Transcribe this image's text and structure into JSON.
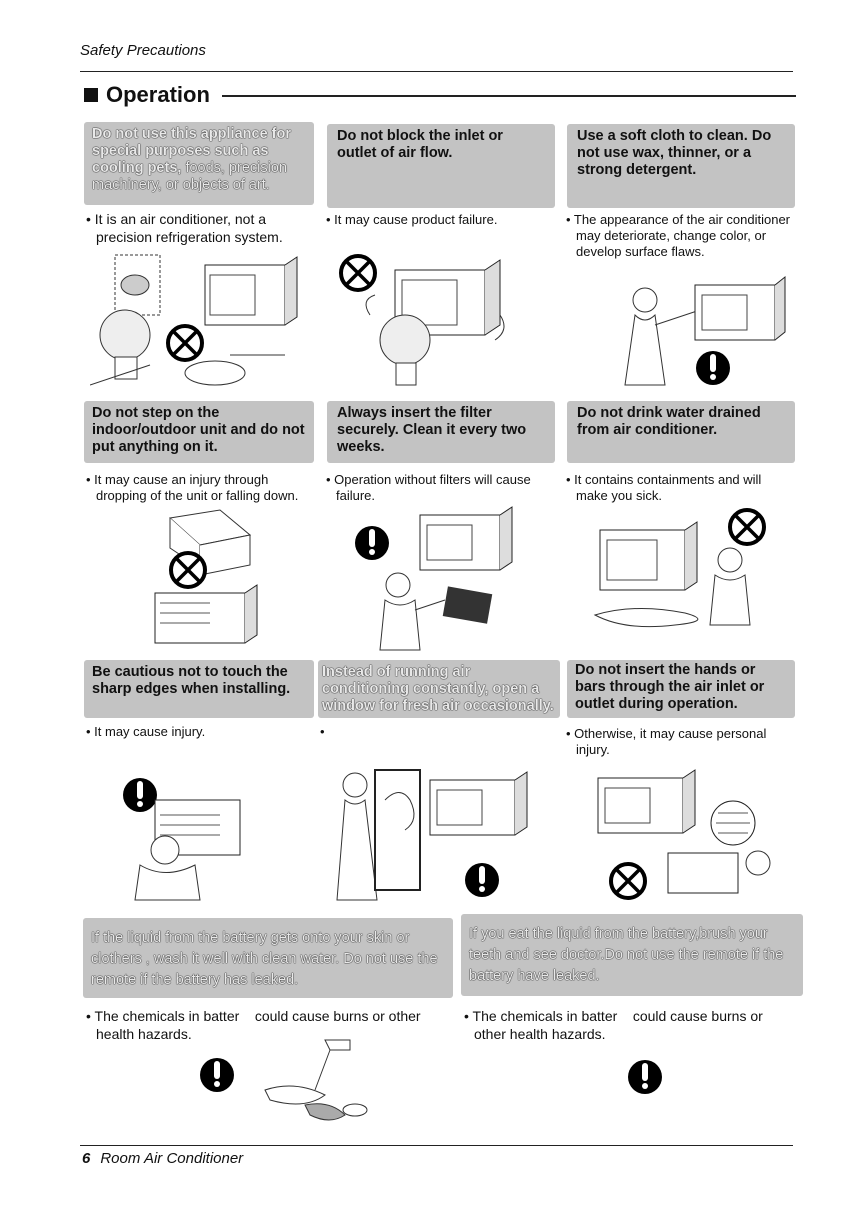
{
  "header": {
    "title": "Safety Precautions"
  },
  "section": {
    "title": "Operation"
  },
  "cells": [
    {
      "title_bold": "Do not use this appliance for special purposes such as cooling pets,",
      "title_rest": " foods, precision machinery, or objects of art.",
      "note": "• It is an air conditioner, not a precision refrigeration system."
    },
    {
      "title": "Do not block the inlet or outlet of  air flow.",
      "note": "• It may cause product failure."
    },
    {
      "title": "Use a soft cloth to clean. Do not use wax, thinner, or a strong detergent.",
      "note": "• The appearance of the air conditioner may deteriorate, change color, or develop surface flaws."
    },
    {
      "title": "Do not step on the indoor/outdoor unit and do not put anything on it.",
      "note": "• It may cause an injury through dropping of the unit or falling down."
    },
    {
      "title": "Always insert the filter securely. Clean it every two weeks.",
      "note": "• Operation without filters will cause failure."
    },
    {
      "title": "Do not drink water drained from air conditioner.",
      "note": "• It contains containments and will make you sick."
    },
    {
      "title": "Be cautious not to touch the sharp edges when installing.",
      "note": "• It may cause injury."
    },
    {
      "title": "Instead of running air conditioning constantly, open a window for fresh air occasionally.",
      "note": "•"
    },
    {
      "title": "Do not insert the hands or bars through the air inlet or outlet during operation.",
      "note": "• Otherwise, it may cause personal injury."
    }
  ],
  "battery": [
    {
      "title": "If the liquid from the battery gets onto your skin or clothers , wash it well with clean water. Do not use the remote if the battery has leaked.",
      "note": "• The chemicals in batter    could cause burns or other health hazards."
    },
    {
      "title": "If you eat the liquid from the battery,brush your teeth and see doctor.Do not use the remote if the battery have leaked.",
      "note": "• The chemicals in batter    could cause burns or other health hazards."
    }
  ],
  "footer": {
    "page_number": "6",
    "title": "Room Air Conditioner"
  },
  "icons": {
    "prohibit": "prohibit-icon",
    "mandatory": "exclamation-icon"
  }
}
